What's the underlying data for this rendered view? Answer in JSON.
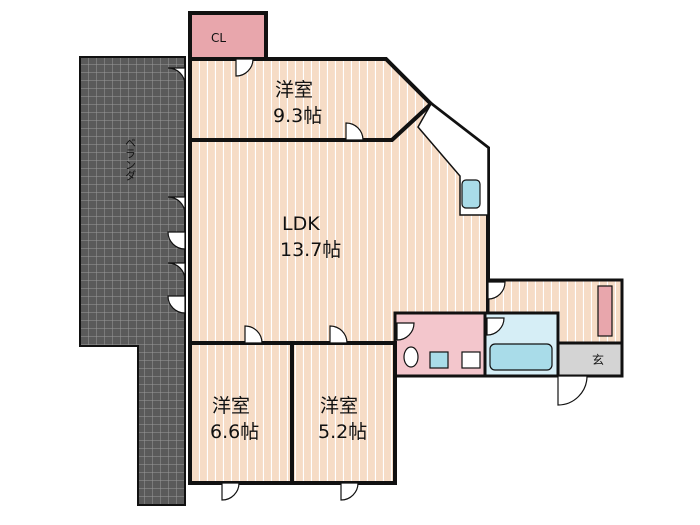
{
  "rooms": {
    "cl": {
      "name": "CL"
    },
    "western_top": {
      "name": "洋室",
      "size": "9.3帖"
    },
    "ldk": {
      "name": "LDK",
      "size": "13.7帖"
    },
    "western_left": {
      "name": "洋室",
      "size": "6.6帖"
    },
    "western_right": {
      "name": "洋室",
      "size": "5.2帖"
    },
    "entrance": {
      "name": "玄"
    },
    "veranda": {
      "name": "ベランダ"
    }
  },
  "colors": {
    "room_fill": "#f6dcc6",
    "floor_line": "#ffffff",
    "wall": "#111111",
    "veranda_fill": "#5a5a5a",
    "veranda_grid": "#9a9a9a",
    "closet_fill": "#e8a6ac",
    "wet_fill": "#f3c6cc",
    "bath_fill": "#d6eef6",
    "fixture_fill": "#a9dce9",
    "entrance_fill": "#d4d4d4"
  }
}
